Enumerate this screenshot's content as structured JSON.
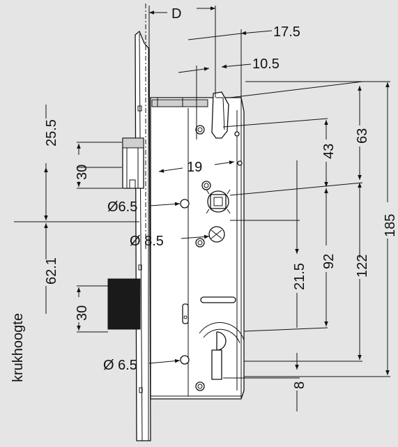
{
  "dimensions": {
    "D": "D",
    "d17_5": "17.5",
    "d10_5": "10.5",
    "d63": "63",
    "d185": "185",
    "d43": "43",
    "d19": "19",
    "d25_5": "25.5",
    "d30_top": "30",
    "d6_5_top": "Ø6.5",
    "d8_5": "Ø 8.5",
    "d62_1": "62.1",
    "d21_5": "21.5",
    "d92": "92",
    "d122": "122",
    "d30_bottom": "30",
    "d6_5_bottom": "Ø 6.5",
    "d8": "8"
  },
  "labels": {
    "handle_height": "krukhoogte"
  },
  "colors": {
    "background": "#e5e5e5",
    "line": "#111111",
    "part_fill": "#ffffff"
  }
}
